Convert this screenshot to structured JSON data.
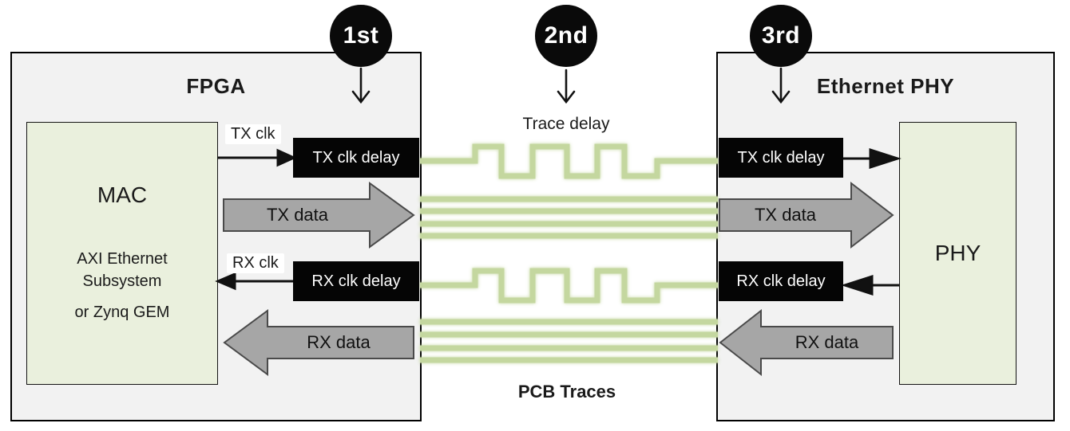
{
  "diagram": {
    "steps": [
      {
        "label": "1st"
      },
      {
        "label": "2nd"
      },
      {
        "label": "3rd"
      }
    ],
    "fpga": {
      "title": "FPGA",
      "mac": {
        "title": "MAC",
        "subtitle_line1": "AXI Ethernet",
        "subtitle_line2": "Subsystem",
        "subtitle_line3": "or Zynq GEM"
      }
    },
    "ethernet_phy": {
      "title": "Ethernet PHY",
      "chip_title": "PHY"
    },
    "labels": {
      "tx_clk": "TX clk",
      "rx_clk": "RX clk",
      "tx_clk_delay": "TX clk delay",
      "rx_clk_delay": "RX clk delay",
      "tx_data": "TX data",
      "rx_data": "RX data",
      "trace_delay": "Trace delay",
      "pcb_traces": "PCB Traces"
    },
    "colors": {
      "outer_box_fill": "#f2f2f2",
      "chip_box_fill": "#eaf0dd",
      "delay_box_fill": "#050505",
      "trace_green": "#c4d79f",
      "data_arrow_gray": "#a6a6a6",
      "arrow_outline": "#4a4a4a",
      "ink": "#111111"
    }
  }
}
